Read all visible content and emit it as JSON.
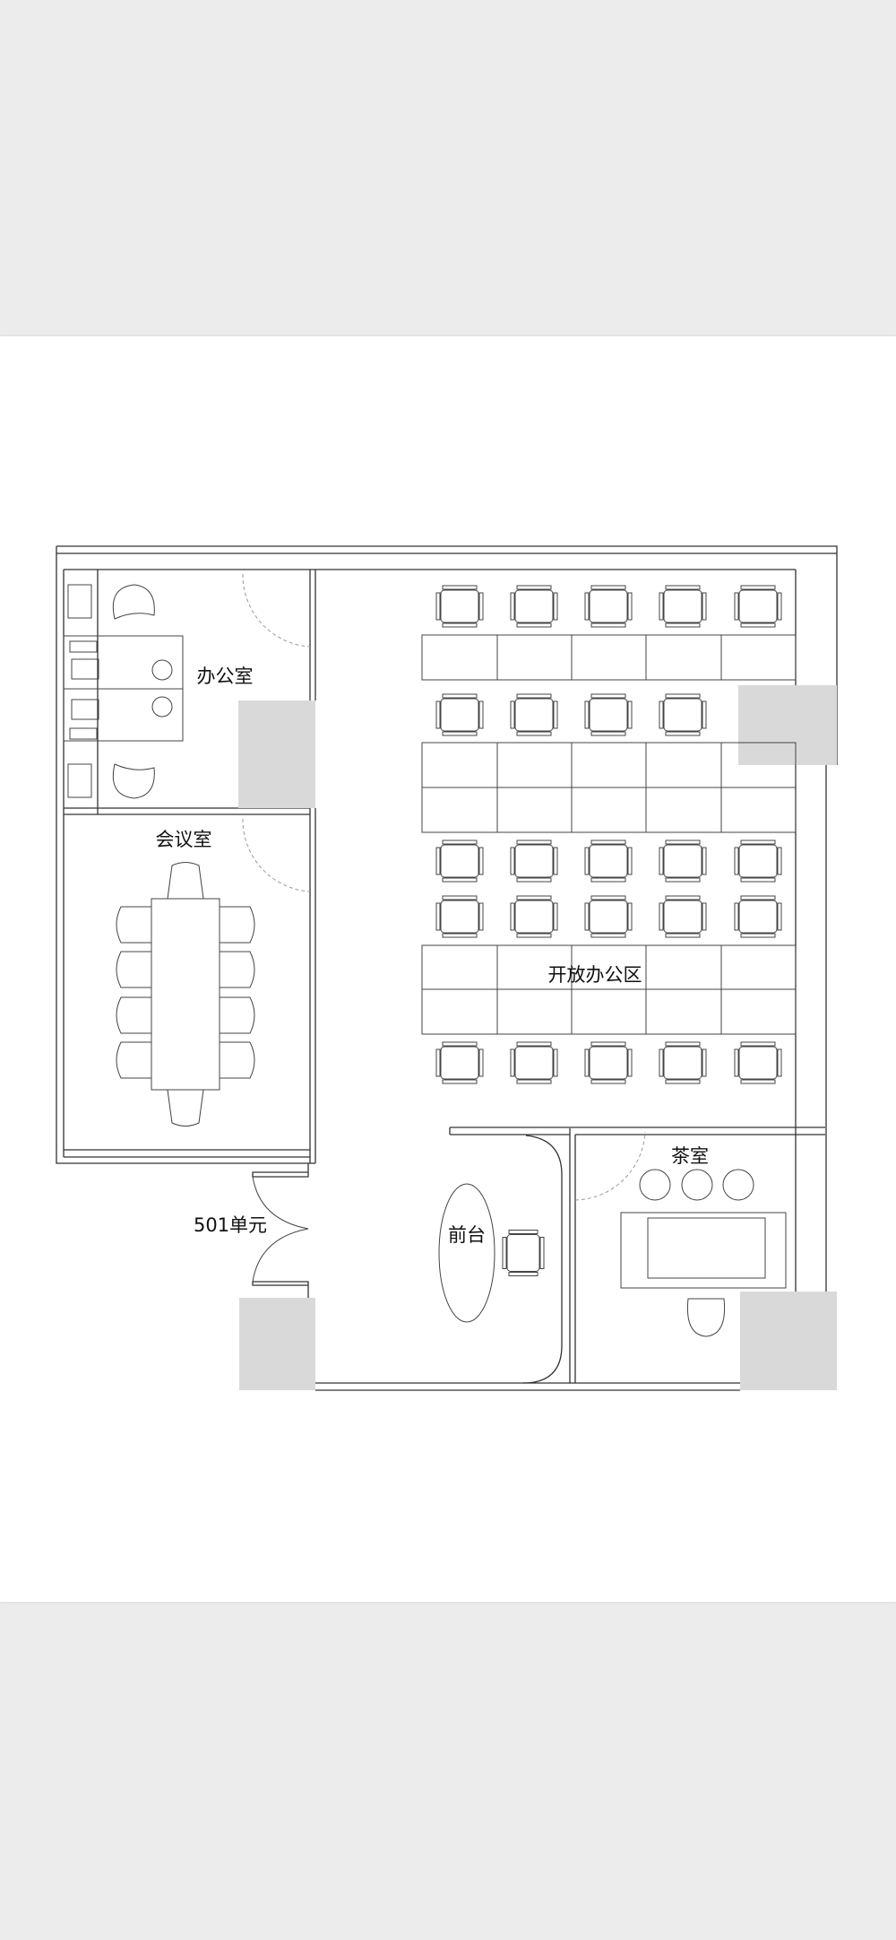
{
  "labels": {
    "office": "办公室",
    "meeting_room": "会议室",
    "open_office": "开放办公区",
    "unit_entrance": "501单元",
    "reception": "前台",
    "tea_room": "茶室"
  },
  "colors": {
    "page_bg": "#ececec",
    "column_fill": "#d9d9d9",
    "line": "#333333"
  }
}
